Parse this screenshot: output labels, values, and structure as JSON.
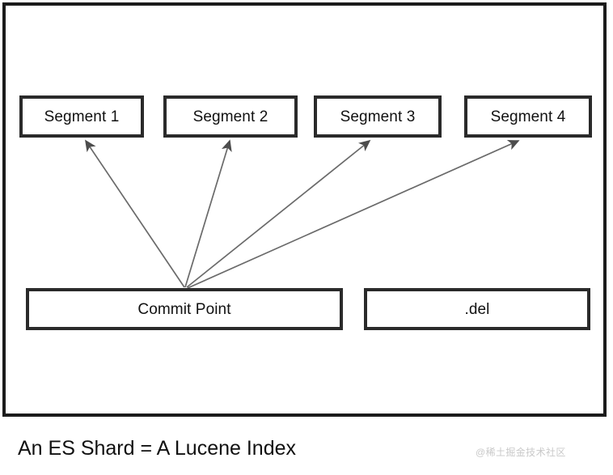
{
  "diagram": {
    "title_caption": "An ES Shard = A Lucene Index",
    "watermark": "@稀土掘金技术社区",
    "frame_label": "lucene-index-frame",
    "segments": [
      {
        "label": "Segment 1"
      },
      {
        "label": "Segment 2"
      },
      {
        "label": "Segment 3"
      },
      {
        "label": "Segment 4"
      }
    ],
    "commit_point": {
      "label": "Commit Point"
    },
    "del_file": {
      "label": ".del"
    },
    "arrows": {
      "source_label": "Commit Point",
      "count": 4,
      "description": "Commit Point points to Segment 1, Segment 2, Segment 3 and Segment 4"
    },
    "colors": {
      "background": "#ffffff",
      "frame_border": "#1b1b1b",
      "box_border": "#2a2a2a",
      "text": "#111111",
      "arrow": "#4d4d4d",
      "watermark": "#c9c9c9"
    }
  }
}
